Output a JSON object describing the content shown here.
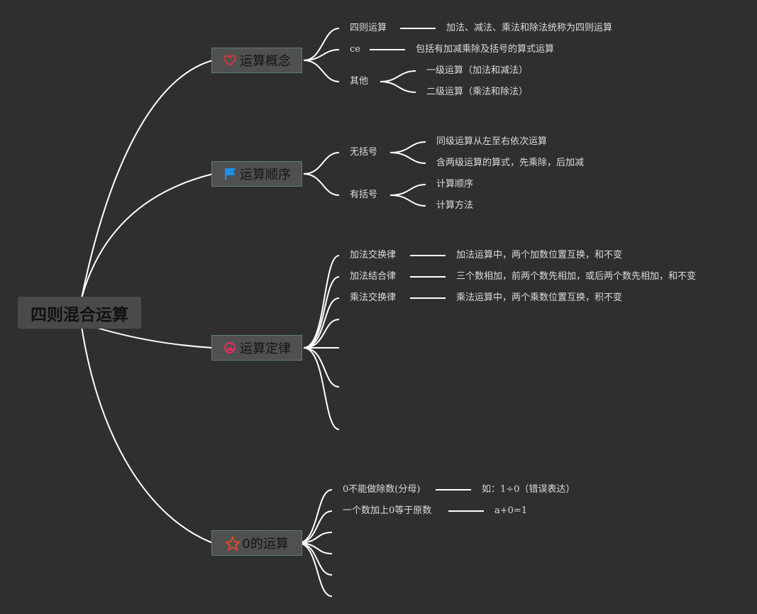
{
  "root": {
    "label": "四则混合运算"
  },
  "branches": [
    {
      "label": "运算概念",
      "icon": "heart-icon",
      "children": [
        {
          "label": "四则运算",
          "note": "加法、减法、乘法和除法统称为四则运算"
        },
        {
          "label": "ce",
          "note": "包括有加减乘除及括号的算式运算"
        },
        {
          "label": "其他",
          "children": [
            "一级运算（加法和减法）",
            "二级运算（乘法和除法）"
          ]
        }
      ]
    },
    {
      "label": "运算顺序",
      "icon": "flag-icon",
      "children": [
        {
          "label": "无括号",
          "children": [
            "同级运算从左至右依次运算",
            "含两级运算的算式，先乘除，后加减"
          ]
        },
        {
          "label": "有括号",
          "children": [
            "计算顺序",
            "计算方法"
          ]
        }
      ]
    },
    {
      "label": "运算定律",
      "icon": "cloud-icon",
      "children": [
        {
          "label": "加法交换律",
          "note": "加法运算中，两个加数位置互换，和不变"
        },
        {
          "label": "加法结合律",
          "note": "三个数相加，前两个数先相加，或后两个数先相加，和不变"
        },
        {
          "label": "乘法交换律",
          "note": "乘法运算中，两个乘数位置互换，积不变"
        }
      ]
    },
    {
      "label": "0的运算",
      "icon": "star-icon",
      "children": [
        {
          "label": "0不能做除数(分母)",
          "note": "如：1÷0（错误表达）"
        },
        {
          "label": "一个数加上0等于原数",
          "note": "a+0=1"
        }
      ]
    }
  ],
  "colors": {
    "background": "#2f2f2f",
    "line": "#ffffff",
    "heart": "#d0373b",
    "flag": "#1f8fe0",
    "cloud": "#e0305c",
    "star": "#d94a2a"
  }
}
